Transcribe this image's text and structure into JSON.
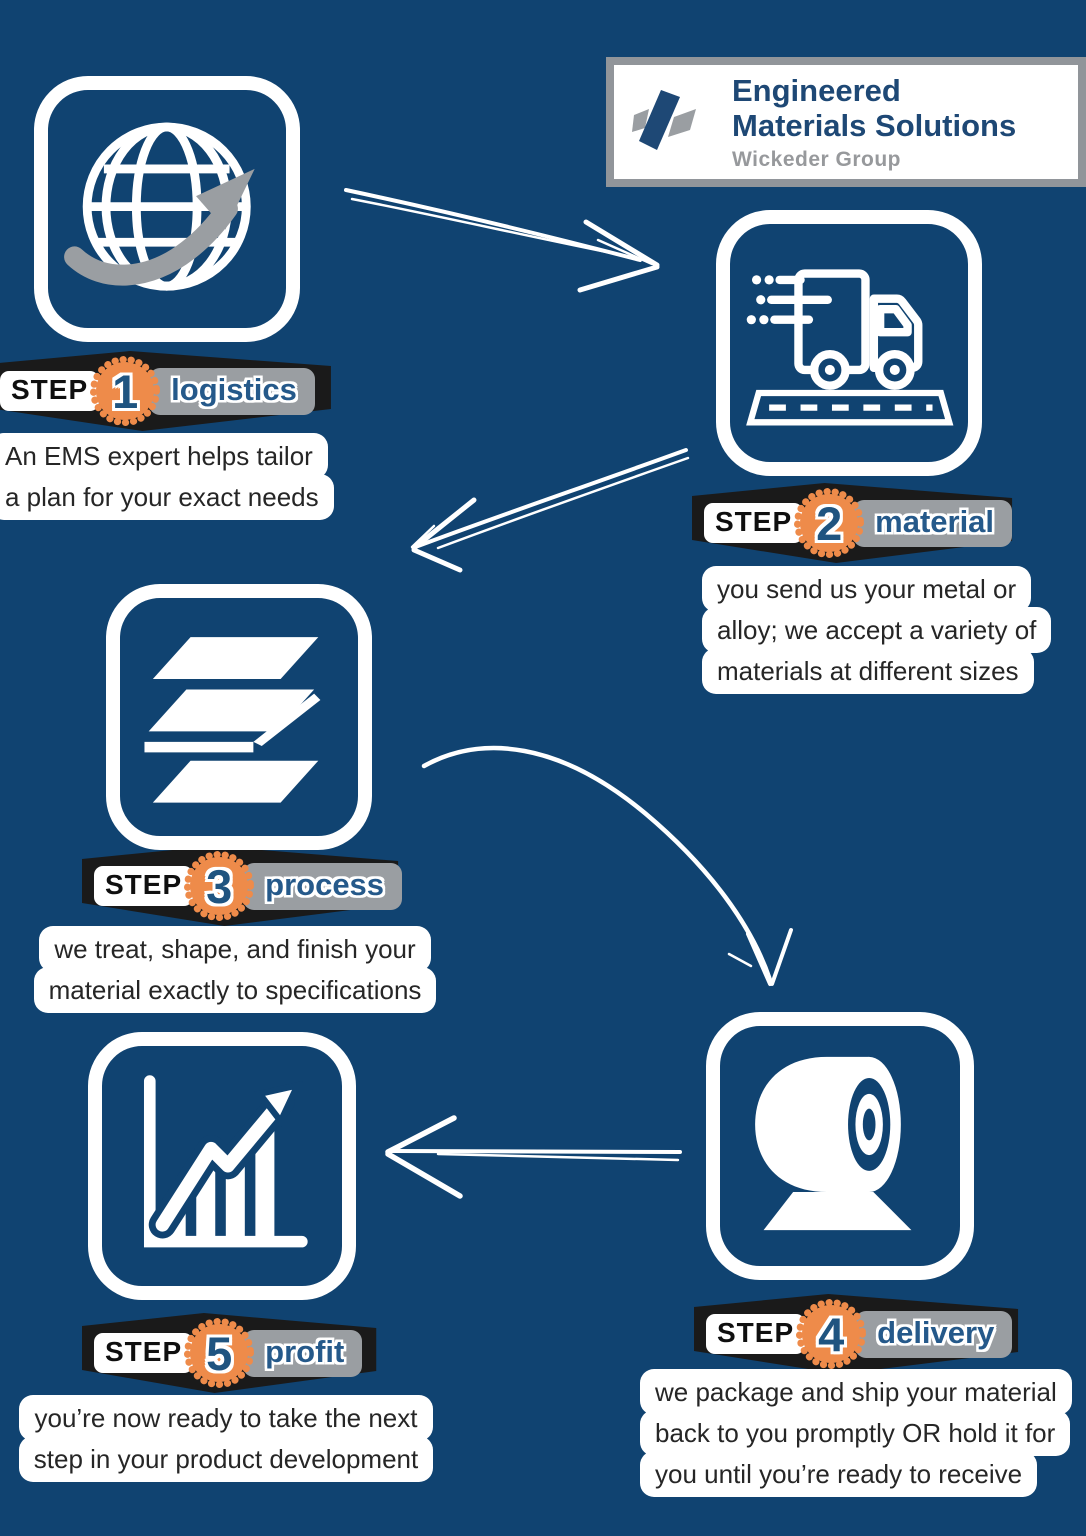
{
  "logo": {
    "line1": "Engineered",
    "line2": "Materials Solutions",
    "subtitle": "Wickeder Group"
  },
  "steps": [
    {
      "prefix": "STEP",
      "number": "1",
      "label": "logistics",
      "icon": "globe-growth-icon",
      "description": "An EMS expert helps tailor\na plan for your exact needs"
    },
    {
      "prefix": "STEP",
      "number": "2",
      "label": "material",
      "icon": "delivery-truck-icon",
      "description": "you send us your metal or\nalloy; we accept a variety of\nmaterials at different sizes"
    },
    {
      "prefix": "STEP",
      "number": "3",
      "label": "process",
      "icon": "material-layers-icon",
      "description": "we treat, shape, and finish your\nmaterial exactly to specifications"
    },
    {
      "prefix": "STEP",
      "number": "4",
      "label": "delivery",
      "icon": "coil-roll-icon",
      "description": "we package and ship your material\nback to you promptly OR hold it for\nyou until you’re ready to receive"
    },
    {
      "prefix": "STEP",
      "number": "5",
      "label": "profit",
      "icon": "growth-chart-icon",
      "description": "you’re now ready to take the next\nstep in your product development"
    }
  ],
  "colors": {
    "background_navy": "#104371",
    "accent_orange": "#EE8B4A",
    "banner_black": "#1A1A1A",
    "label_gray": "#9A9EA2",
    "brand_navy": "#1E4875",
    "step_label_blue": "#25598A",
    "body_text": "#262626",
    "white": "#FFFFFF"
  }
}
